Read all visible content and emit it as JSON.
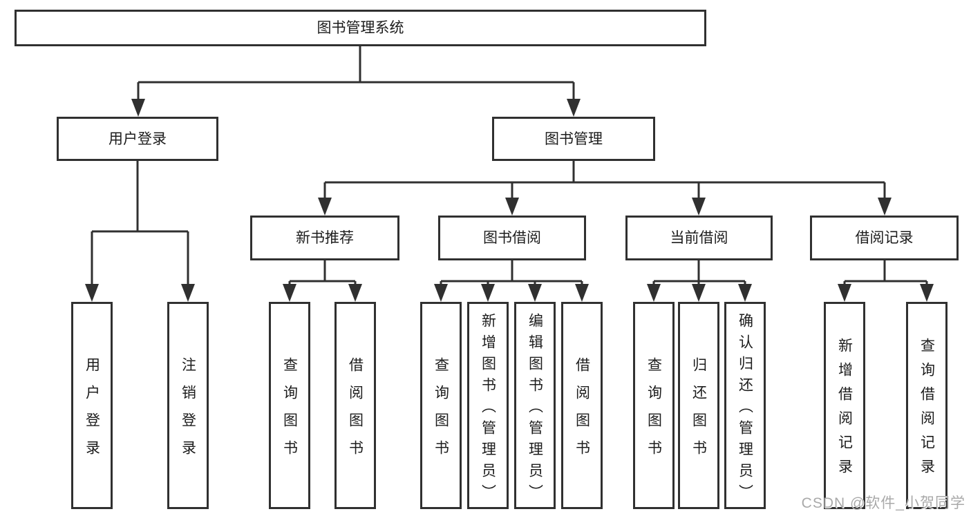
{
  "diagram": {
    "tree": {
      "label": "图书管理系统",
      "children": [
        {
          "label": "用户登录",
          "children": [
            {
              "label": "用户登录"
            },
            {
              "label": "注销登录"
            }
          ]
        },
        {
          "label": "图书管理",
          "children": [
            {
              "label": "新书推荐",
              "children": [
                {
                  "label": "查询图书"
                },
                {
                  "label": "借阅图书"
                }
              ]
            },
            {
              "label": "图书借阅",
              "children": [
                {
                  "label": "查询图书"
                },
                {
                  "label": "新增图书（管理员）"
                },
                {
                  "label": "编辑图书（管理员）"
                },
                {
                  "label": "借阅图书"
                }
              ]
            },
            {
              "label": "当前借阅",
              "children": [
                {
                  "label": "查询图书"
                },
                {
                  "label": "归还图书"
                },
                {
                  "label": "确认归还（管理员）"
                }
              ]
            },
            {
              "label": "借阅记录",
              "children": [
                {
                  "label": "新增借阅记录"
                },
                {
                  "label": "查询借阅记录"
                }
              ]
            }
          ]
        }
      ]
    },
    "colors": {
      "line": "#303030",
      "box_border": "#303030",
      "box_fill": "#ffffff",
      "text": "#1c1c1c",
      "watermark": "#a9a9a9"
    }
  },
  "watermark": {
    "text": "CSDN @软件_小贺同学"
  }
}
